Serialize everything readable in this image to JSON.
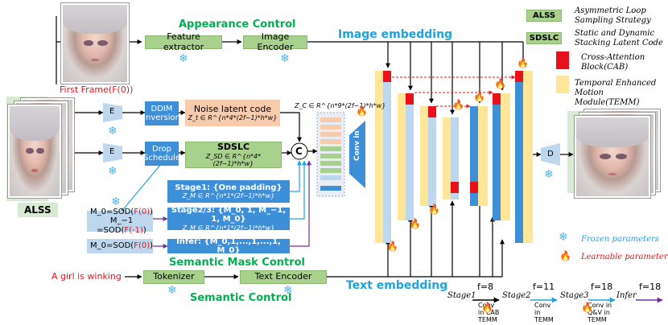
{
  "appearance": {
    "title": "Appearance Control",
    "feature_extractor": "Feature extractor",
    "image_encoder": "Image Encoder",
    "first_frame": "First Frame(F(0))"
  },
  "image_embedding": "Image embedding",
  "text_embedding": "Text embedding",
  "alss_label": "ALSS",
  "encoder_label": "E",
  "ddim": "DDIM Inversion",
  "noise_code": {
    "title": "Noise latent code",
    "formula": "Z_t ∈ R^{n*4*(2f−1)*h*w}"
  },
  "drop_schedule": "Drop Schedule",
  "sdslc": {
    "title": "SDSLC",
    "formula": "Z_SD ∈ R^{n*4*(2f−1)*h*w}"
  },
  "concat": "C",
  "zc_formula": "Z_C ∈ R^{n*9*(2f−1)*h*w}",
  "conv_in": "Conv in",
  "stage1": {
    "title": "Stage1: {One padding}",
    "formula": "Z_M ∈ R^{n*1*(2f−1)*h*w}"
  },
  "stage23": {
    "title": "Stage2/3: {M_0, 1, M_−1, 1, M_0}",
    "formula": "Z_M ∈ R^{n*1*(2f−1)*h*w}"
  },
  "infer": {
    "title": "Infer: {M_0,1,...,1,...,1, M_0}"
  },
  "sod1": {
    "pre": "M_0=SOD(",
    "arg": "F(0)",
    "post": ")"
  },
  "sod2": {
    "pre": "M_−1 =SOD(",
    "arg": "F(-1)",
    "post": ")"
  },
  "sod3": {
    "pre": "M_0=SOD(",
    "arg": "F(0)",
    "post": ")"
  },
  "semantic_mask": "Semantic Mask Control",
  "prompt": "A girl is winking",
  "tokenizer": "Tokenizer",
  "text_encoder": "Text Encoder",
  "semantic_control": "Semantic Control",
  "decoder_label": "D",
  "legend": {
    "alss_key": "ALSS",
    "alss_desc": "Asymmetric Loop Sampling Strategy",
    "sdslc_key": "SDSLC",
    "sdslc_desc": "Static and Dynamic Stacking Latent Code",
    "cab_desc": "Cross-Attention Block(CAB)",
    "temm_desc": "Temporal Enhanced Motion Module(TEMM)",
    "frozen": "Frozen parameters",
    "learnable": "Learnable parameters"
  },
  "stages": {
    "s1": "Stage1",
    "f1": "f=8",
    "c1": "Conv in CAB TEMM",
    "s2": "Stage2",
    "f2": "f=11",
    "c2": "Conv in TEMM",
    "s3": "Stage3",
    "f3": "f=18",
    "c3": "Conv in Q&V in TEMM",
    "s4": "Infer",
    "f4": "f=18"
  },
  "colors": {
    "green": "#a9d18e",
    "orange": "#f8cbad",
    "blue": "#3d8fd8",
    "light_blue": "#bdd7ee",
    "cab_red": "#e8101a",
    "temm_yellow": "#ffe699",
    "frozen_blue": "#1fa3e0",
    "learn_red": "#e0161b"
  }
}
